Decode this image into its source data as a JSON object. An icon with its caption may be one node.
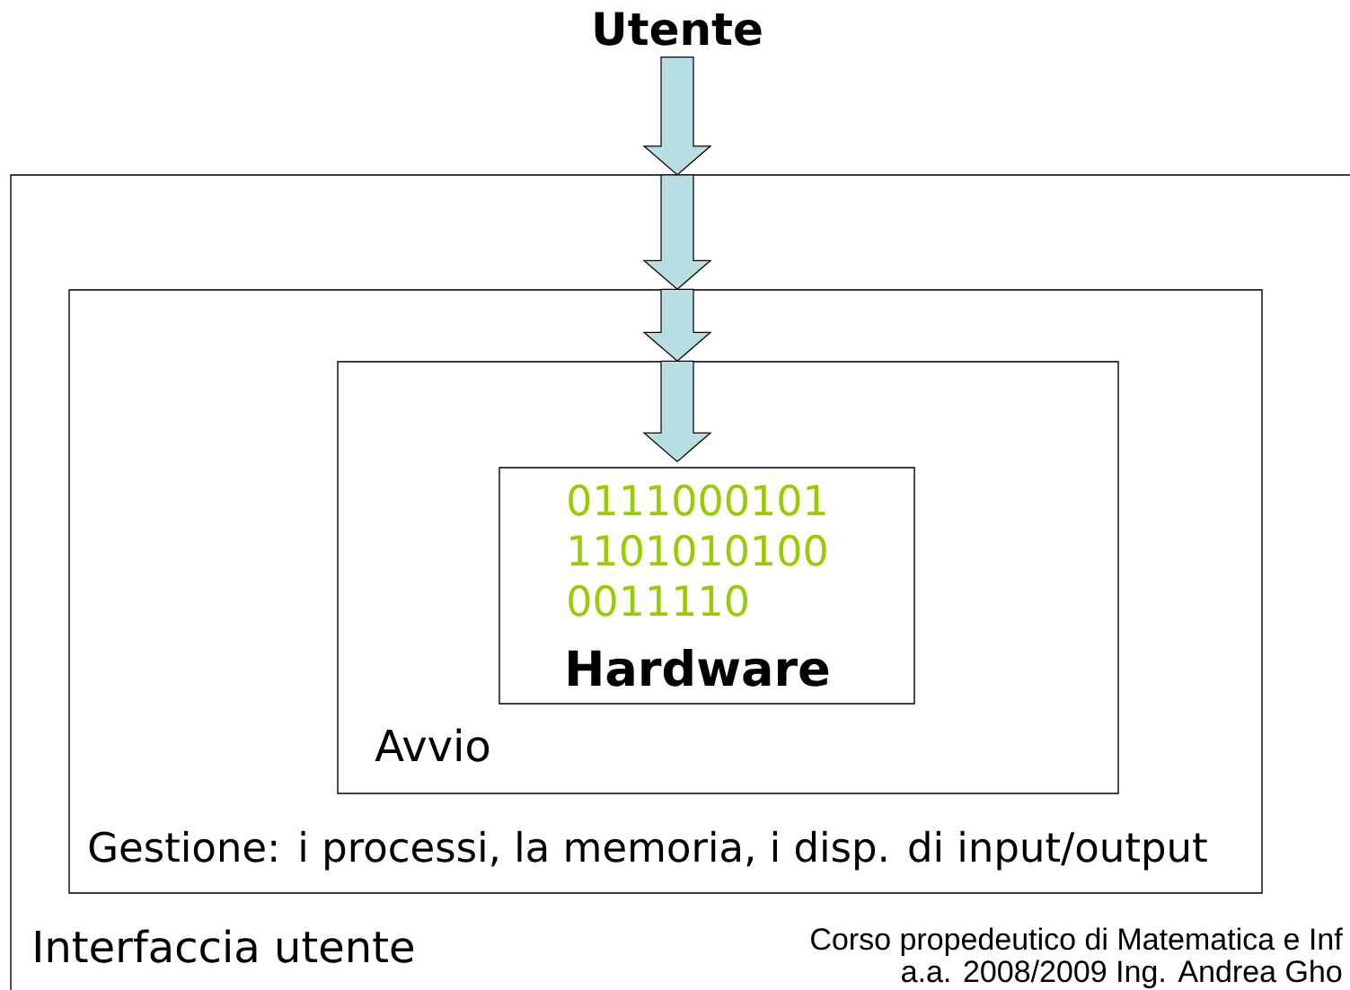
{
  "diagram": {
    "nodes": [
      {
        "text": [
          "Utente"
        ]
      },
      {
        "text": [
          "Interfaccia utente"
        ]
      },
      {
        "text": [
          "Gestione: i processi, la memoria, i disp. di input/output"
        ],
        "in": 1
      },
      {
        "text": [
          "Avvio"
        ],
        "in": 2
      },
      {
        "text": [
          "0111000101 1101010100 0011110",
          "Hardware"
        ],
        "in": 3
      }
    ],
    "edges": [
      {
        "from": 0,
        "to": 1,
        "arrow": "to"
      },
      {
        "from": 1,
        "to": 2,
        "arrow": "to"
      },
      {
        "from": 2,
        "to": 3,
        "arrow": "to"
      },
      {
        "from": 3,
        "to": 4,
        "arrow": "to"
      }
    ],
    "labels": [
      "Corso propedeutico di Matematica e Inf",
      "a.a. 2008/2009 Ing. Andrea Gho"
    ]
  }
}
